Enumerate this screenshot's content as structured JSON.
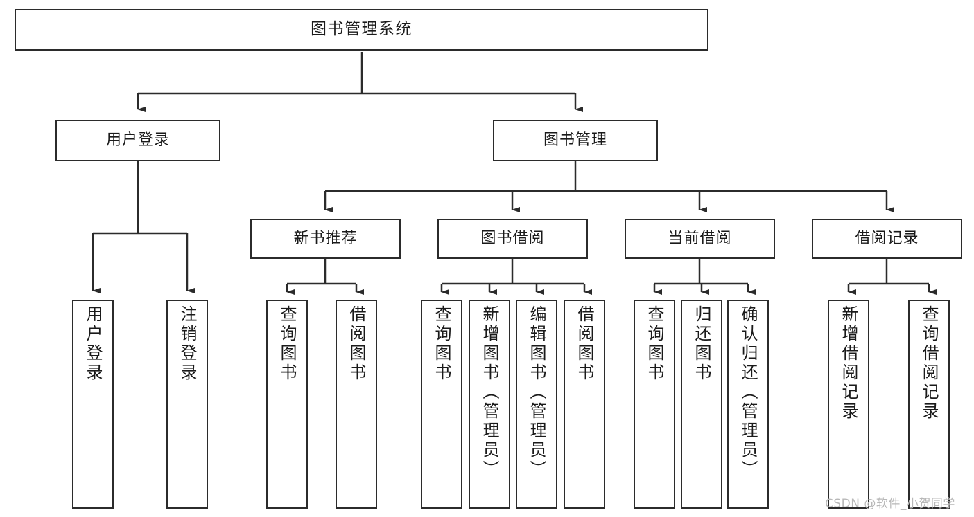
{
  "diagram": {
    "title": "图书管理系统",
    "type": "tree",
    "line_color": "#2b2b2b",
    "box_fill": "#ffffff",
    "text_color": "#1a1a1a",
    "watermark": "CSDN @软件_小贺同学"
  },
  "root": {
    "label": "图书管理系统"
  },
  "level2": [
    {
      "label": "用户登录"
    },
    {
      "label": "图书管理"
    }
  ],
  "level3": [
    {
      "label": "新书推荐"
    },
    {
      "label": "图书借阅"
    },
    {
      "label": "当前借阅"
    },
    {
      "label": "借阅记录"
    }
  ],
  "leaves": {
    "user_login": [
      {
        "label": "用户登录"
      },
      {
        "label": "注销登录"
      }
    ],
    "new_book_recommend": [
      {
        "label": "查询图书"
      },
      {
        "label": "借阅图书"
      }
    ],
    "book_borrow": [
      {
        "label": "查询图书"
      },
      {
        "label": "新增图书（管理员）"
      },
      {
        "label": "编辑图书（管理员）"
      },
      {
        "label": "借阅图书"
      }
    ],
    "current_borrow": [
      {
        "label": "查询图书"
      },
      {
        "label": "归还图书"
      },
      {
        "label": "确认归还（管理员）"
      }
    ],
    "borrow_records": [
      {
        "label": "新增借阅记录"
      },
      {
        "label": "查询借阅记录"
      }
    ]
  }
}
